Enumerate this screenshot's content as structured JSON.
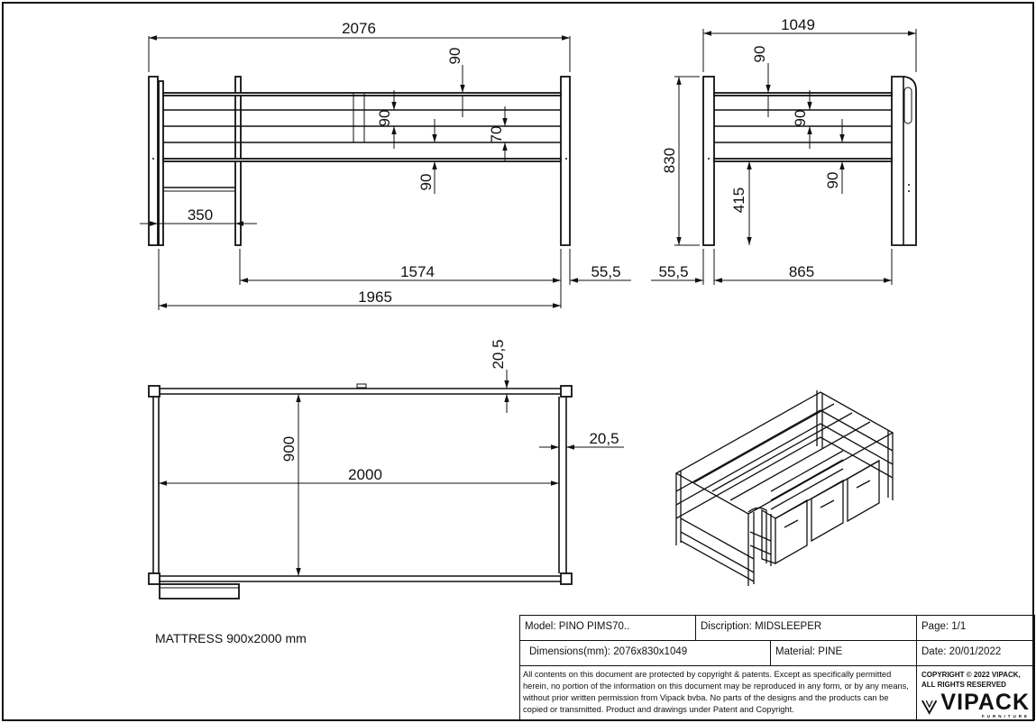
{
  "front_view": {
    "overall_length": "2076",
    "rail_spacing_1": "90",
    "rail_spacing_2": "90",
    "rail_spacing_3": "90",
    "rail_gap": "70",
    "ladder_width": "350",
    "opening_length": "1574",
    "post_offset": "55,5",
    "inner_length": "1965"
  },
  "side_view": {
    "overall_width": "1049",
    "rail_spacing_1": "90",
    "rail_spacing_2": "90",
    "rail_spacing_3": "90",
    "height": "830",
    "under_clearance": "415",
    "post_offset": "55,5",
    "inner_width": "865"
  },
  "top_view": {
    "side_offset": "20,5",
    "end_offset": "20,5",
    "mattress_width": "900",
    "mattress_length": "2000"
  },
  "mattress_note": "MATTRESS 900x2000 mm",
  "title_block": {
    "model": "Model: PINO PIMS70..",
    "description": "Discription: MIDSLEEPER",
    "page": "Page: 1/1",
    "dimensions": "Dimensions(mm): 2076x830x1049",
    "material": "Material: PINE",
    "date": "Date: 20/01/2022",
    "legal": "All contents on this document are protected by copyright & patents. Except as specifically permitted herein, no portion of the information on this document may be reproduced in any form, or by any means, without prior written permission from Vipack bvba. No parts of the designs and the products can be copied or transmitted. Product and drawings under Patent and Copyright.",
    "copyright": "COPYRIGHT © 2022 VIPACK, ALL RIGHTS RESERVED",
    "logo_text": "VIPACK",
    "logo_sub": "FURNITURE"
  },
  "colors": {
    "line": "#111111",
    "paper": "#ffffff"
  }
}
